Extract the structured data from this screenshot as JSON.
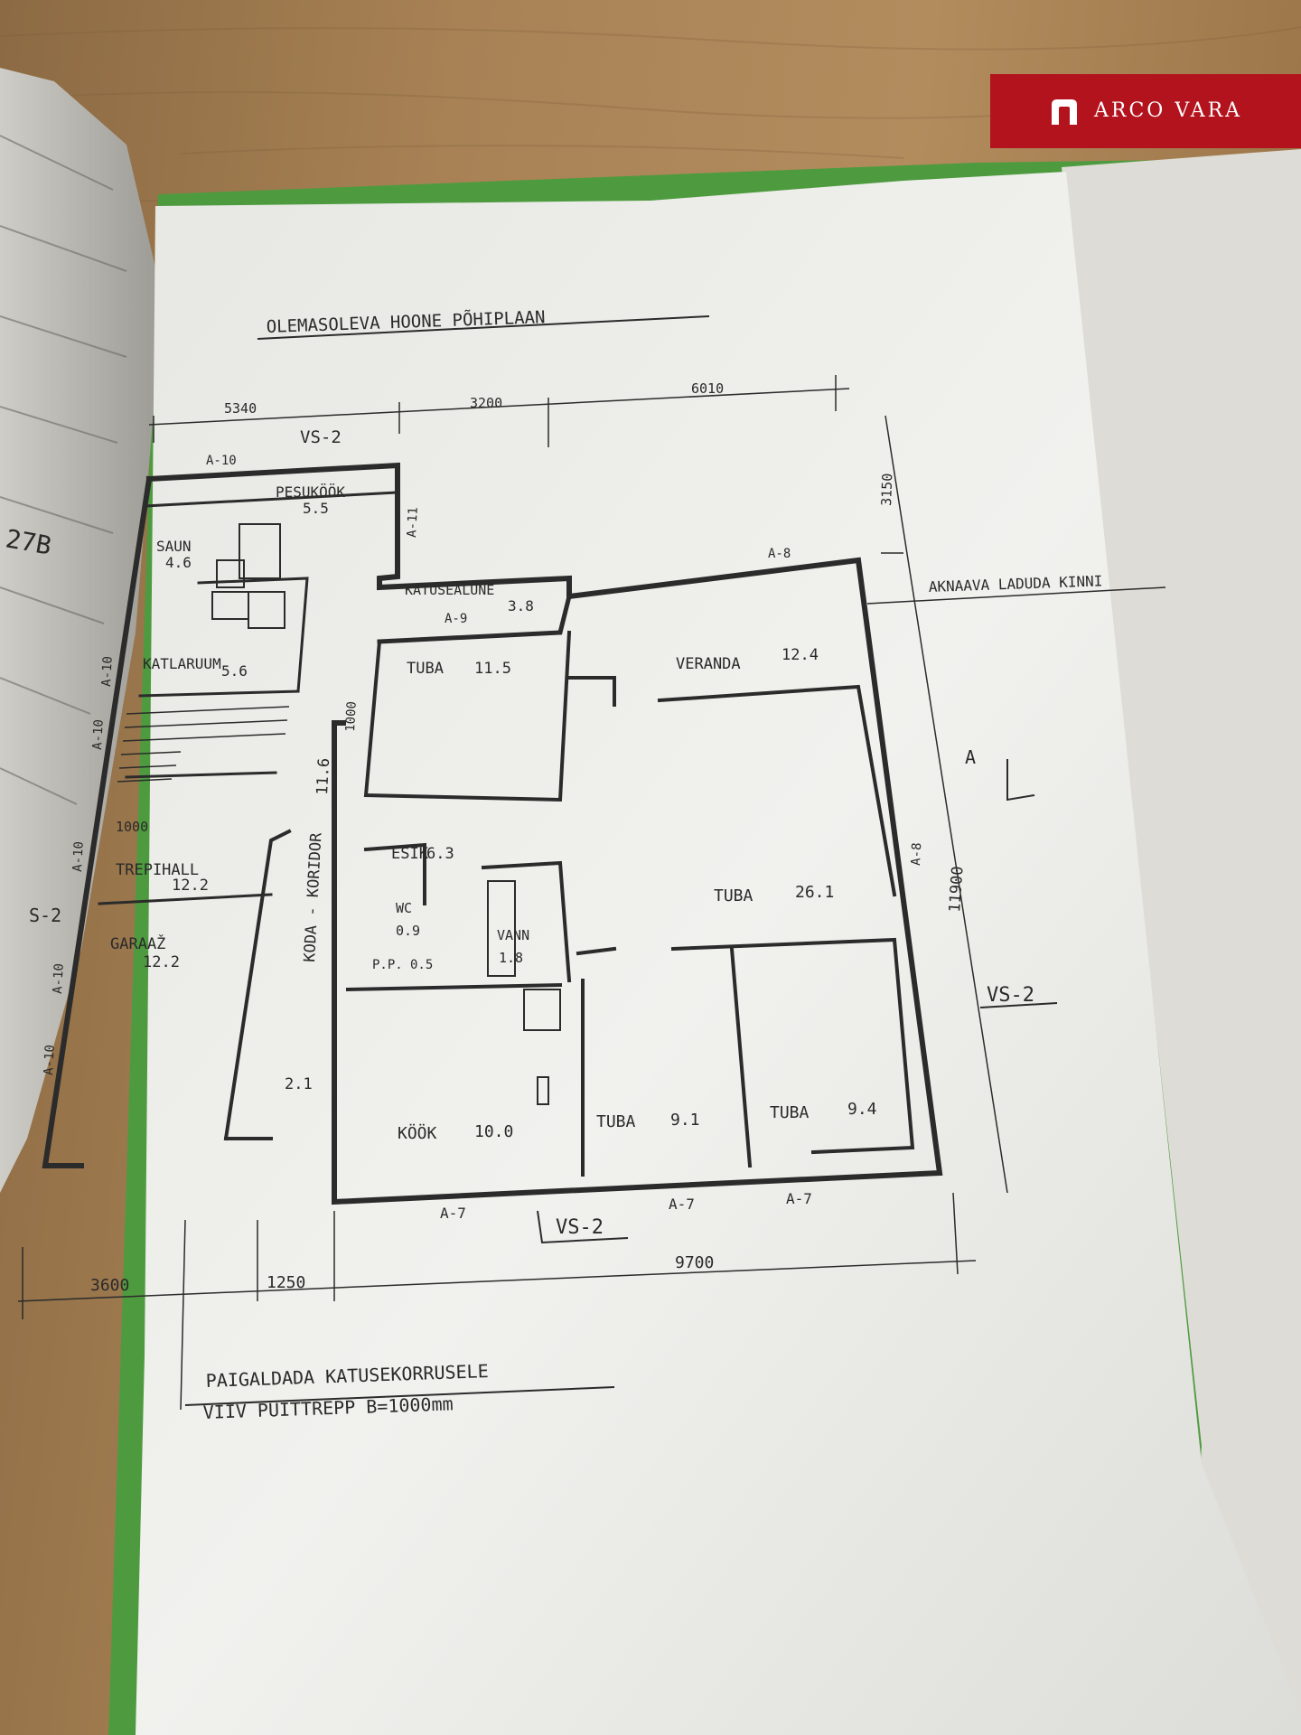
{
  "brand": {
    "name": "ARCO VARA"
  },
  "plan": {
    "title": "OLEMASOLEVA HOONE PÕHIPLAAN",
    "dimensions_top": [
      "5340",
      "3200",
      "6010"
    ],
    "dimensions_bottom": [
      "3600",
      "1250",
      "9700"
    ],
    "dimension_right_upper": "3150",
    "dimension_right": "11900",
    "stair_width_dims": [
      "1000",
      "1000"
    ],
    "section_marks": [
      "VS-2",
      "VS-2",
      "VS-2",
      "S-2"
    ],
    "section_arrow": "A",
    "window_labels": [
      "A-10",
      "A-11",
      "A-9",
      "A-8",
      "A-8",
      "A-10",
      "A-10",
      "A-10",
      "A-10",
      "A-10",
      "A-7",
      "A-7",
      "A-7"
    ],
    "rooms": [
      {
        "name": "PESUKÖÖK",
        "area": "5.5"
      },
      {
        "name": "SAUN",
        "area": "4.6"
      },
      {
        "name": "KATUSEALUNE",
        "area": "3.8"
      },
      {
        "name": "KATLARUUM",
        "area": "5.6"
      },
      {
        "name": "TUBA",
        "area": "11.5"
      },
      {
        "name": "VERANDA",
        "area": "12.4"
      },
      {
        "name": "TREPIHALL",
        "area": "12.2"
      },
      {
        "name": "KODA - KORIDOR",
        "area": "11.6"
      },
      {
        "name": "ESIK",
        "area": "6.3"
      },
      {
        "name": "TUBA",
        "area": "26.1"
      },
      {
        "name": "WC",
        "area": "0.9"
      },
      {
        "name": "VANN",
        "area": "1.8"
      },
      {
        "name": "P.P.",
        "area": "0.5"
      },
      {
        "name": "GARAAŽ",
        "area": "12.2"
      },
      {
        "name": "KÖÖK",
        "area": "10.0"
      },
      {
        "name": "TUBA",
        "area": "9.1"
      },
      {
        "name": "TUBA",
        "area": "9.4"
      }
    ],
    "porch_area": "2.1",
    "annotation_right": "AKNAAVA LADUDA KINNI",
    "note_line1": "PAIGALDADA KATUSEKORRUSELE",
    "note_line2": "VIIV PUITTREPP B=1000mm",
    "margin_scribble": "27B"
  }
}
